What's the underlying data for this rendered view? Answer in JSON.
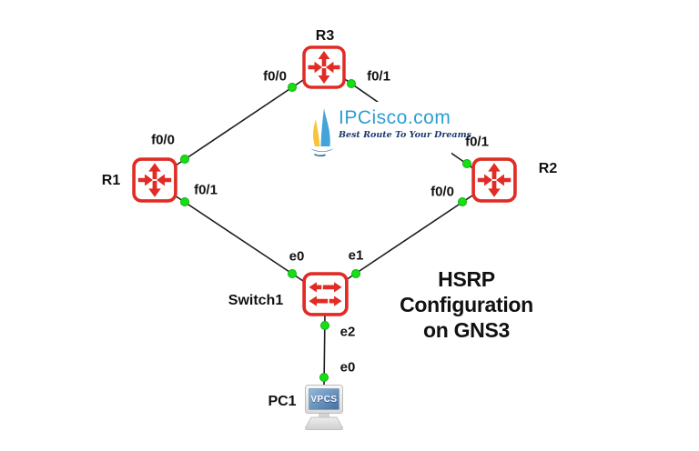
{
  "title": {
    "lines": [
      "HSRP",
      "Configuration",
      "on GNS3"
    ]
  },
  "logo": {
    "brand": "IPCisco.com",
    "tagline": "Best Route To Your Dreams"
  },
  "devices": {
    "r1": {
      "label": "R1",
      "type": "router"
    },
    "r2": {
      "label": "R2",
      "type": "router"
    },
    "r3": {
      "label": "R3",
      "type": "router"
    },
    "switch1": {
      "label": "Switch1",
      "type": "ethernet-switch"
    },
    "pc1": {
      "label": "PC1",
      "type": "vpcs-host",
      "screen_text": "VPCS"
    }
  },
  "interfaces": {
    "r3_f0_0": "f0/0",
    "r3_f0_1": "f0/1",
    "r1_f0_0": "f0/0",
    "r1_f0_1": "f0/1",
    "r2_f0_1": "f0/1",
    "r2_f0_0": "f0/0",
    "switch1_e0": "e0",
    "switch1_e1": "e1",
    "switch1_e2": "e2",
    "pc1_e0": "e0"
  },
  "links": [
    {
      "from": "R1 f0/0",
      "to": "R3 f0/0"
    },
    {
      "from": "R3 f0/1",
      "to": "R2 f0/1"
    },
    {
      "from": "R1 f0/1",
      "to": "Switch1 e0"
    },
    {
      "from": "R2 f0/0",
      "to": "Switch1 e1"
    },
    {
      "from": "Switch1 e2",
      "to": "PC1 e0"
    }
  ],
  "colors": {
    "device_red": "#e12b24",
    "link_black": "#1c1c1c",
    "endpoint_green": "#16df16",
    "brand_blue": "#2e9ed3",
    "tagline_navy": "#1c3a6e"
  }
}
